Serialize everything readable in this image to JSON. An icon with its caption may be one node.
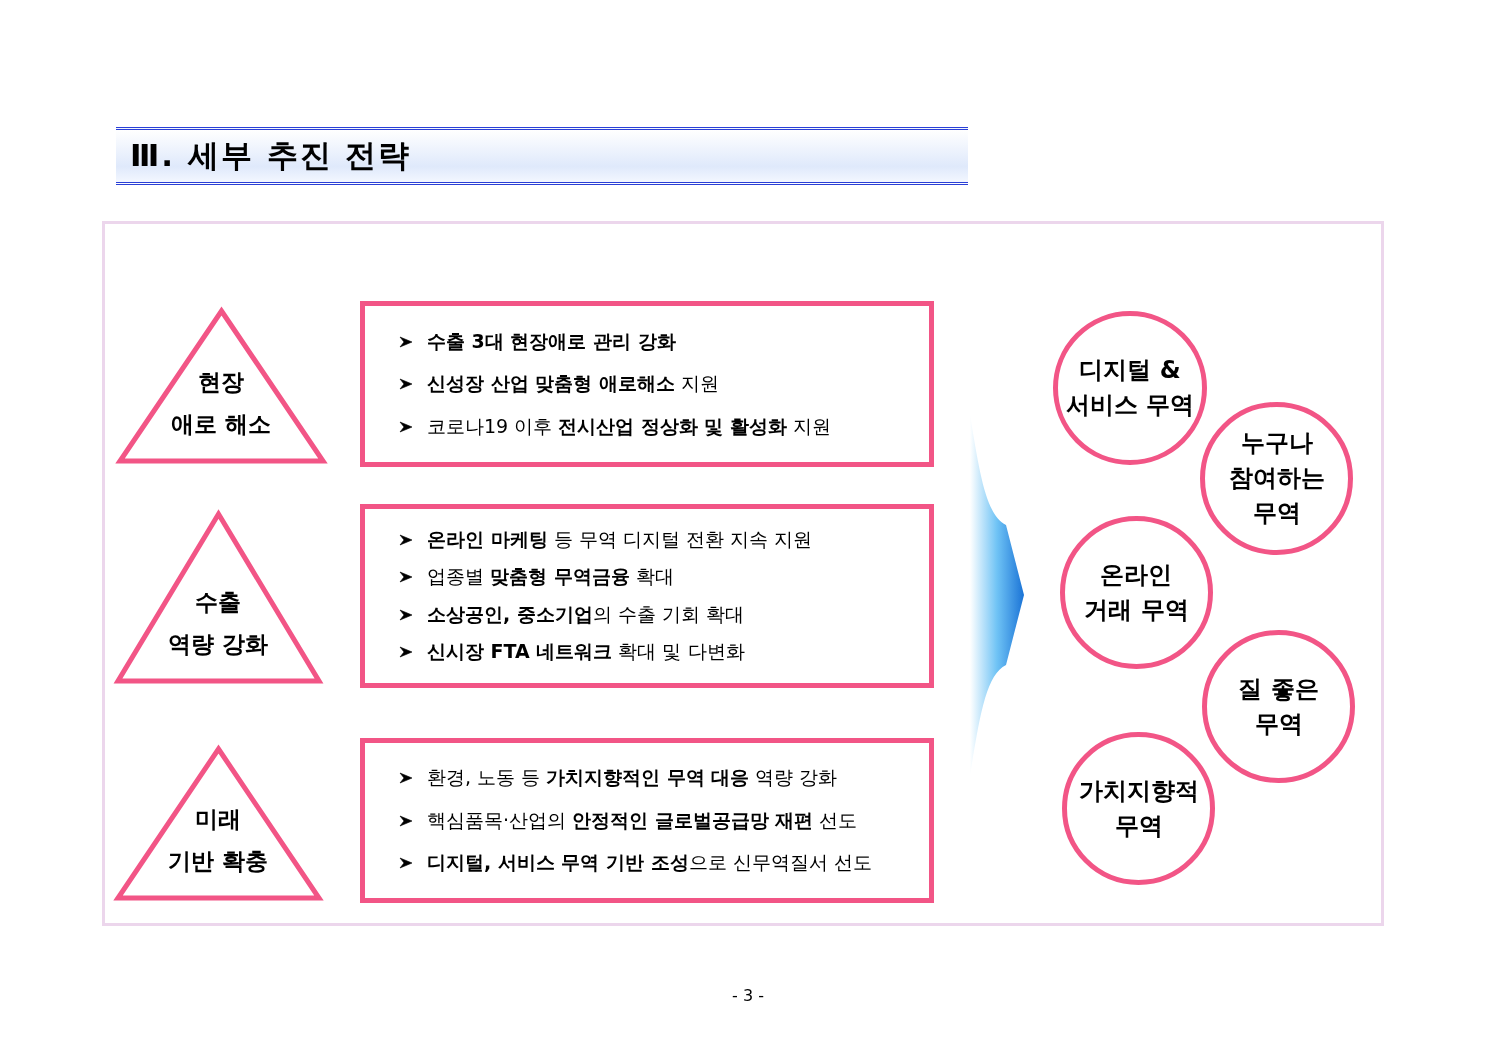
{
  "diagram": {
    "title": "Ⅲ. 세부 추진 전략",
    "nodes": [
      {
        "text": [
          "현장 애로 해소"
        ]
      },
      {
        "text": [
          "**수출 3대 현장애로 관리 강화**",
          "**신성장 산업 맞춤형 애로해소** 지원",
          "코로나19 이후 **전시산업 정상화 및 활성화** 지원"
        ]
      },
      {
        "text": [
          "수출 역량 강화"
        ]
      },
      {
        "text": [
          "**온라인 마케팅** 등 무역 디지털 전환 지속 지원",
          "업종별 **맞춤형 무역금융** 확대",
          "**소상공인, 중소기업**의 수출 기회 확대",
          "**신시장 FTA 네트워크** 확대 및 다변화"
        ]
      },
      {
        "text": [
          "미래 기반 확충"
        ]
      },
      {
        "text": [
          "환경, 노동 등 **가치지향적인 무역 대응** 역량 강화",
          "핵심품목·산업의 **안정적인 글로벌공급망 재편** 선도",
          "**디지털, 서비스 무역 기반 조성**으로 신무역질서 선도"
        ]
      },
      {
        "text": [
          "디지털 & 서비스 무역"
        ]
      },
      {
        "text": [
          "누구나 참여하는 무역"
        ]
      },
      {
        "text": [
          "온라인 거래 무역"
        ]
      },
      {
        "text": [
          "질 좋은 무역"
        ]
      },
      {
        "text": [
          "가치지향적 무역"
        ]
      }
    ],
    "labels": [
      "- 3 -"
    ]
  }
}
